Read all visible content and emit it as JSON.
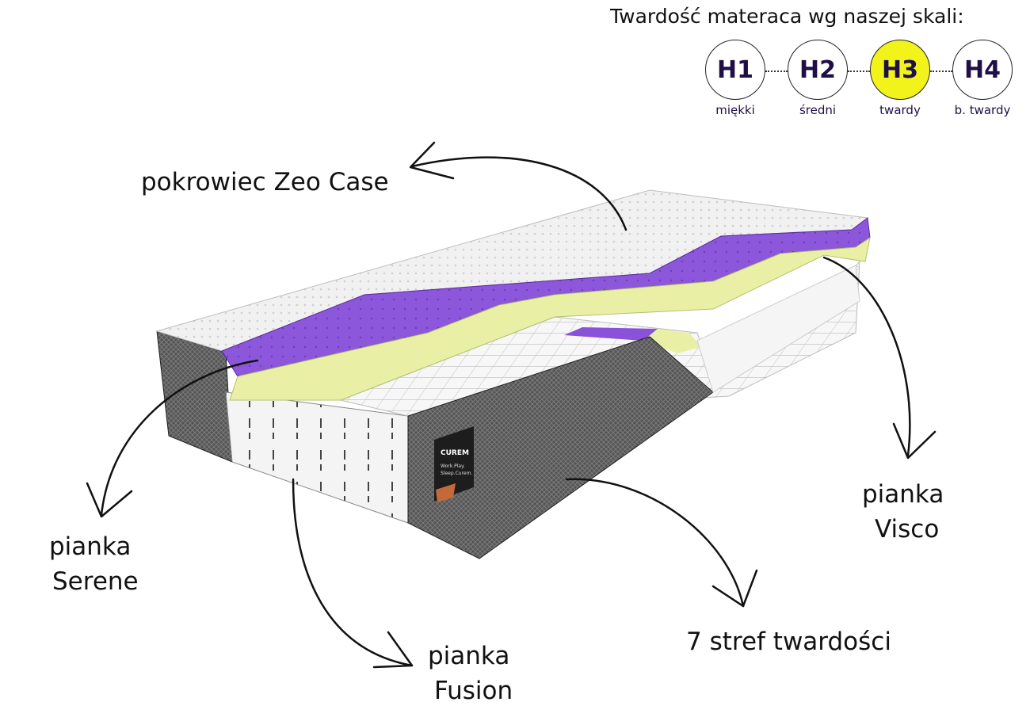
{
  "firmness_scale": {
    "title": "Twardość materaca wg naszej skali:",
    "levels": [
      {
        "code": "H1",
        "caption": "miękki",
        "active": false
      },
      {
        "code": "H2",
        "caption": "średni",
        "active": false
      },
      {
        "code": "H3",
        "caption": "twardy",
        "active": true
      },
      {
        "code": "H4",
        "caption": "b. twardy",
        "active": false
      }
    ],
    "active_color": "#f3f31c",
    "text_color": "#1f0f46"
  },
  "labels": {
    "cover": "pokrowiec Zeo Case",
    "serene": {
      "line1": "pianka",
      "line2": "Serene"
    },
    "fusion": {
      "line1": "pianka",
      "line2": "Fusion"
    },
    "visco": {
      "line1": "pianka",
      "line2": "Visco"
    },
    "zones": "7 stref twardości"
  },
  "colors": {
    "visco_layer": "#8a52d8",
    "serene_layer": "#e9f0a6",
    "side_fabric": "#5a5a5a",
    "top_cover": "#f2f2f2"
  },
  "brand_tag": {
    "brand": "CUREM",
    "tagline1": "Work.Play.",
    "tagline2": "Sleep.Curem."
  }
}
